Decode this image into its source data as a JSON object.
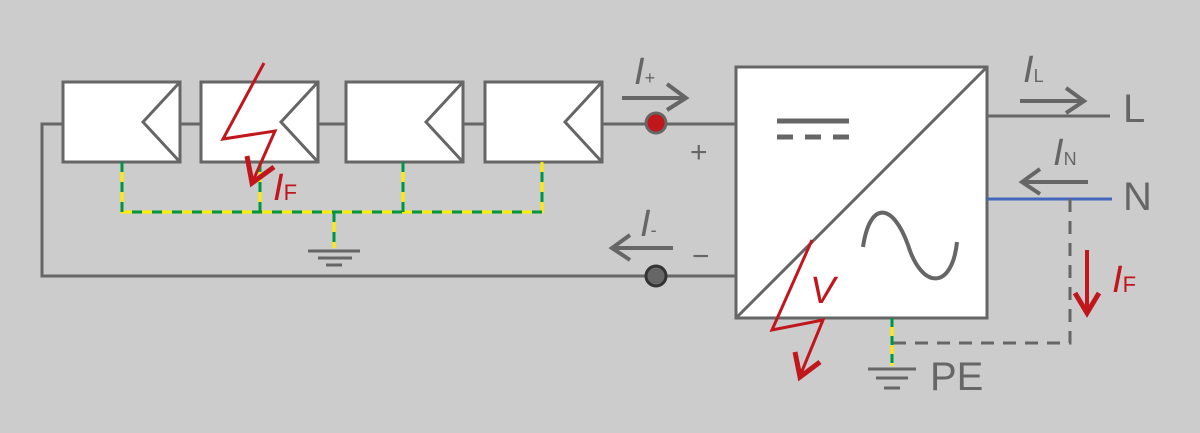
{
  "labels": {
    "current_symbol": "I",
    "plus_sub": "+",
    "minus_sub": "-",
    "plus_sign": "+",
    "minus_sign": "−",
    "line_L": "L",
    "line_N": "N",
    "sub_L": "L",
    "sub_N": "N",
    "fault_sub": "F",
    "voltage": "V",
    "protective_earth": "PE"
  },
  "colors": {
    "wire": "#666666",
    "fault": "#c0161c",
    "neutral": "#4466bb",
    "earth_green": "#009640",
    "earth_yellow": "#ffed00",
    "background": "#cccccc"
  },
  "panels_count": 4
}
